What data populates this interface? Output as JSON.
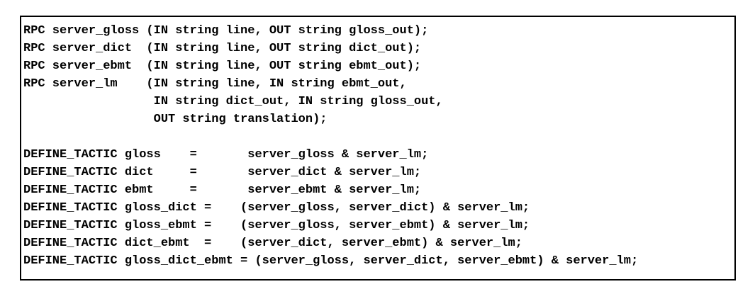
{
  "figure": {
    "kind": "code-listing",
    "lines": [
      "RPC server_gloss (IN string line, OUT string gloss_out);",
      "RPC server_dict  (IN string line, OUT string dict_out);",
      "RPC server_ebmt  (IN string line, OUT string ebmt_out);",
      "RPC server_lm    (IN string line, IN string ebmt_out,",
      "                  IN string dict_out, IN string gloss_out,",
      "                  OUT string translation);",
      "",
      "DEFINE_TACTIC gloss    =       server_gloss & server_lm;",
      "DEFINE_TACTIC dict     =       server_dict & server_lm;",
      "DEFINE_TACTIC ebmt     =       server_ebmt & server_lm;",
      "DEFINE_TACTIC gloss_dict =    (server_gloss, server_dict) & server_lm;",
      "DEFINE_TACTIC gloss_ebmt =    (server_gloss, server_ebmt) & server_lm;",
      "DEFINE_TACTIC dict_ebmt  =    (server_dict, server_ebmt) & server_lm;",
      "DEFINE_TACTIC gloss_dict_ebmt = (server_gloss, server_dict, server_ebmt) & server_lm;"
    ]
  },
  "colors": {
    "border": "#000000",
    "text": "#000000",
    "background": "#ffffff"
  }
}
